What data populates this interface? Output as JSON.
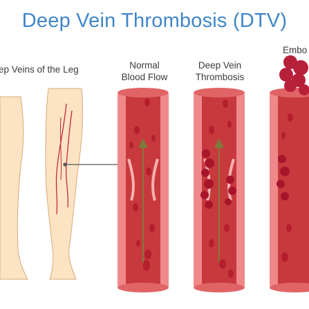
{
  "title": "Deep Vein Thrombosis (DTV)",
  "labels": {
    "legs": "ep Veins of the Leg",
    "normal_line1": "Normal",
    "normal_line2": "Blood Flow",
    "dvt_line1": "Deep Vein",
    "dvt_line2": "Thrombosis",
    "embolism": "Embo"
  },
  "colors": {
    "title": "#3f86c8",
    "skin": "#fbe3c4",
    "skin_outline": "#d9a77a",
    "vessel_wall": "#f0888a",
    "vessel_inner": "#c8393e",
    "blood_cell": "#b51e2c",
    "clot": "#c0283a",
    "flow_arrow": "#7d7a3a"
  },
  "icons": {
    "legs": "legs-icon",
    "arrow": "flow-arrow-icon",
    "clot": "clot-icon"
  }
}
